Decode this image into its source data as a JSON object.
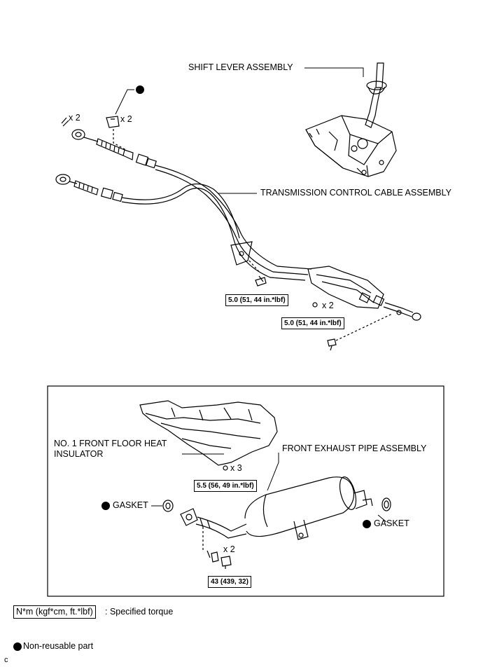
{
  "labels": {
    "shift_lever": "SHIFT LEVER ASSEMBLY",
    "transmission_cable": "TRANSMISSION CONTROL CABLE ASSEMBLY",
    "heat_insulator": "NO. 1 FRONT FLOOR HEAT INSULATOR",
    "exhaust_pipe": "FRONT EXHAUST PIPE ASSEMBLY",
    "gasket_left": "GASKET",
    "gasket_right": "GASKET"
  },
  "quantities": {
    "clip_top_left": "x 2",
    "retainer_top": "x 2",
    "nut_cable": "x 2",
    "bolt_insulator": "x 3",
    "bolt_exhaust": "x 2"
  },
  "torques": {
    "cable_bolt": "5.0 (51, 44 in.*lbf)",
    "cable_nut": "5.0 (51, 44 in.*lbf)",
    "insulator_bolt": "5.5 (56, 49 in.*lbf)",
    "exhaust_bolt": "43 (439, 32)"
  },
  "legend": {
    "torque_unit": "N*m (kgf*cm, ft.*lbf)",
    "torque_desc": ": Specified torque",
    "non_reusable": "Non-reusable part"
  },
  "figure_code": "c"
}
